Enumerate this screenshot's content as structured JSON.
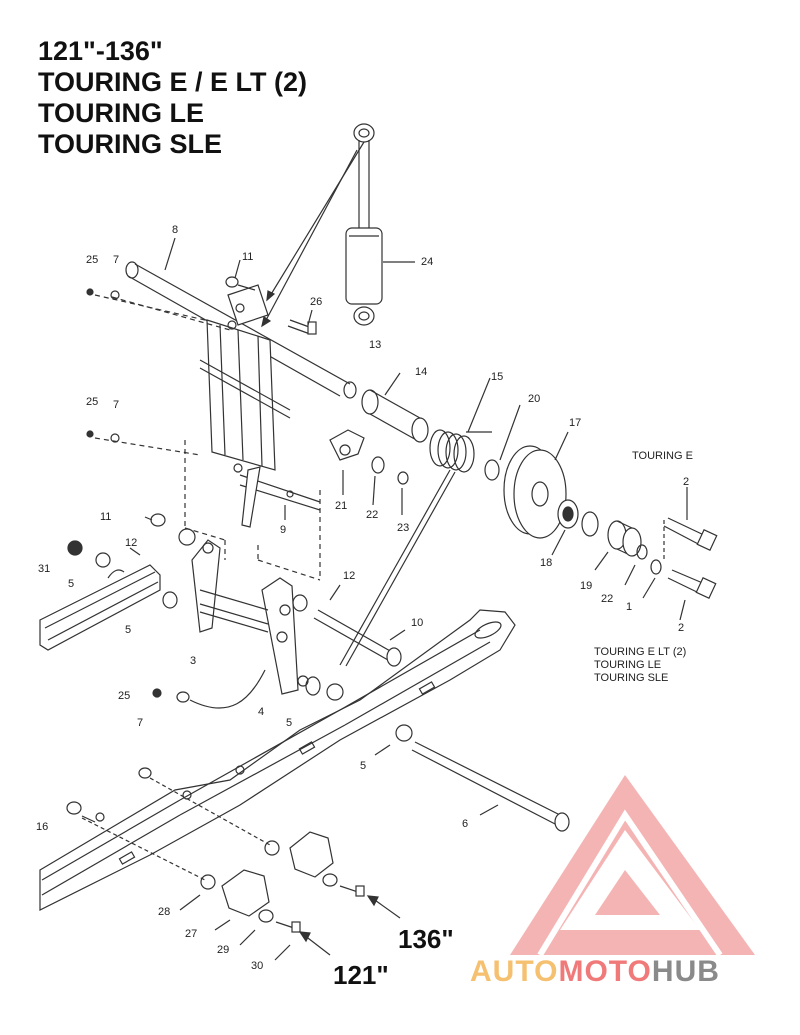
{
  "title_lines": [
    "121\"-136\"",
    "TOURING E / E LT (2)",
    "TOURING LE",
    "TOURING SLE"
  ],
  "part_labels": {
    "p1": "1",
    "p2a": "2",
    "p2b": "2",
    "p3": "3",
    "p4": "4",
    "p5a": "5",
    "p5b": "5",
    "p5c": "5",
    "p5d": "5",
    "p6": "6",
    "p7a": "7",
    "p7b": "7",
    "p7c": "7",
    "p8": "8",
    "p9": "9",
    "p10": "10",
    "p11a": "11",
    "p11b": "11",
    "p12a": "12",
    "p12b": "12",
    "p13": "13",
    "p14": "14",
    "p15": "15",
    "p16": "16",
    "p17": "17",
    "p18": "18",
    "p19": "19",
    "p20": "20",
    "p21": "21",
    "p22a": "22",
    "p22b": "22",
    "p23": "23",
    "p24": "24",
    "p25a": "25",
    "p25b": "25",
    "p25c": "25",
    "p26": "26",
    "p27": "27",
    "p28": "28",
    "p29": "29",
    "p30": "30",
    "p31": "31"
  },
  "model_notes": {
    "touring_e": "TOURING E",
    "group_lines": [
      "TOURING E LT (2)",
      "TOURING LE",
      "TOURING SLE"
    ]
  },
  "size_marks": {
    "size_136": "136\"",
    "size_121": "121\""
  },
  "watermark": {
    "part1": "AUTO",
    "part2": "MOTO",
    "part3": "HUB",
    "color_main": "#f07a7a",
    "color_sub": "#f5c070",
    "color_dark": "#8a8a8a"
  }
}
